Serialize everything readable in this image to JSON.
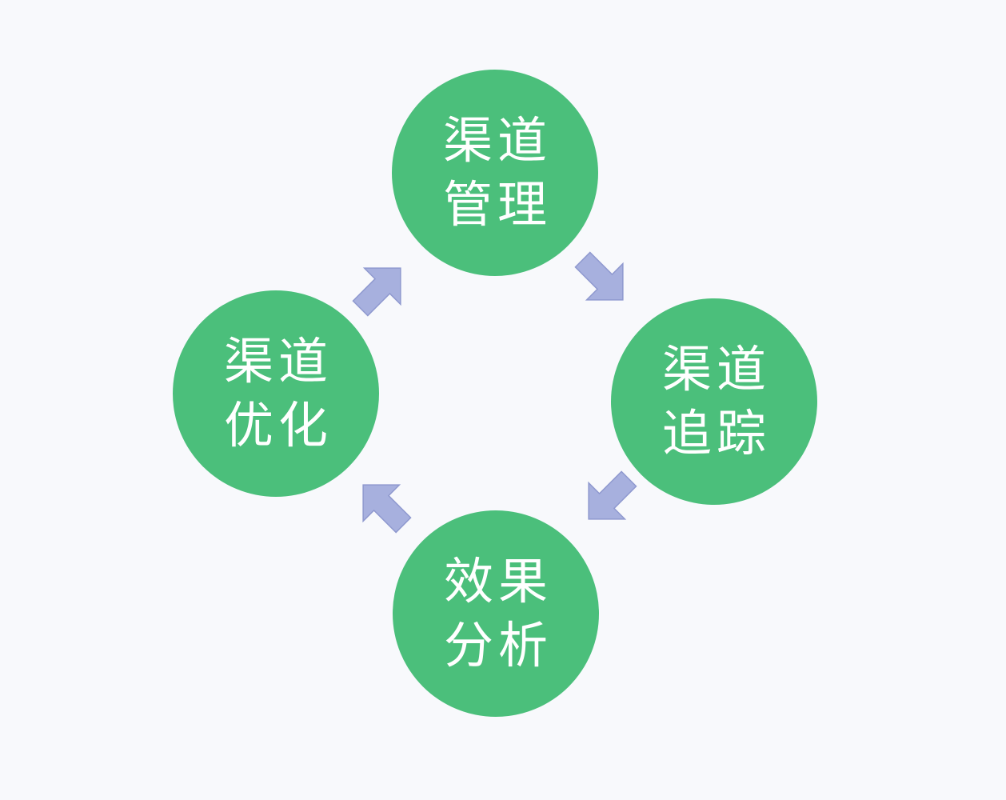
{
  "diagram": {
    "colors": {
      "background": "#f8f9fc",
      "node_fill": "#4bbf7b",
      "node_text": "#ffffff",
      "arrow_fill": "#a7b0de",
      "arrow_stroke": "#8f99cf"
    },
    "nodes": {
      "top": {
        "line1": "渠道",
        "line2": "管理"
      },
      "right": {
        "line1": "渠道",
        "line2": "追踪"
      },
      "bottom": {
        "line1": "效果",
        "line2": "分析"
      },
      "left": {
        "line1": "渠道",
        "line2": "优化"
      }
    },
    "flow": [
      "top",
      "right",
      "bottom",
      "left"
    ]
  }
}
